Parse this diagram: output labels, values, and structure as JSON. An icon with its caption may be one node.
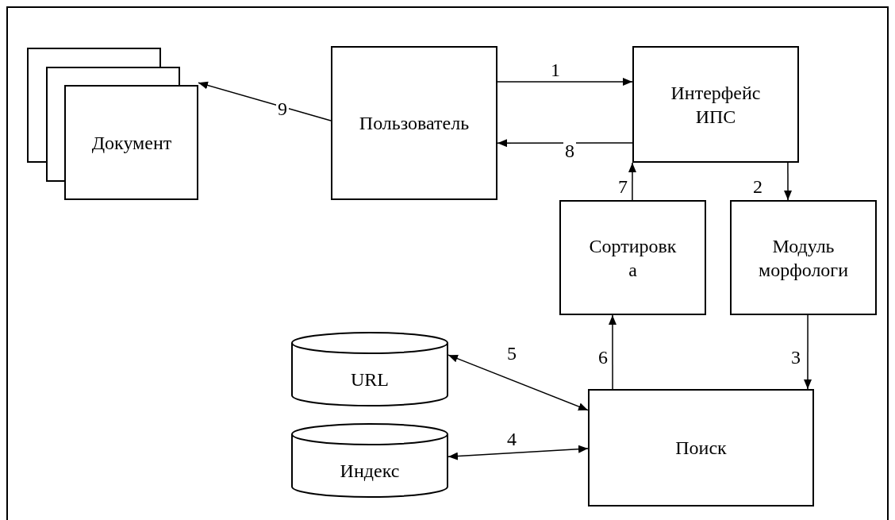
{
  "diagram": {
    "nodes": [
      {
        "text": [
          "Документ"
        ]
      },
      {
        "text": [
          "Пользователь"
        ]
      },
      {
        "text": [
          "Интерфейс ИПС"
        ]
      },
      {
        "text": [
          "Сортировк а"
        ]
      },
      {
        "text": [
          "Модуль морфологи"
        ]
      },
      {
        "text": [
          "URL"
        ]
      },
      {
        "text": [
          "Индекс"
        ]
      },
      {
        "text": [
          "Поиск"
        ]
      }
    ],
    "edges": [
      {
        "from": 1,
        "to": 2,
        "arrow": "to",
        "label": "1"
      },
      {
        "from": 2,
        "to": 4,
        "arrow": "to",
        "label": "2"
      },
      {
        "from": 4,
        "to": 7,
        "arrow": "to",
        "label": "3"
      },
      {
        "from": 6,
        "to": 7,
        "arrow": "both",
        "label": "4"
      },
      {
        "from": 5,
        "to": 7,
        "arrow": "both",
        "label": "5"
      },
      {
        "from": 7,
        "to": 3,
        "arrow": "to",
        "label": "6"
      },
      {
        "from": 3,
        "to": 2,
        "arrow": "to",
        "label": "7"
      },
      {
        "from": 2,
        "to": 1,
        "arrow": "to",
        "label": "8"
      },
      {
        "from": 1,
        "to": 0,
        "arrow": "to",
        "label": "9"
      }
    ]
  }
}
